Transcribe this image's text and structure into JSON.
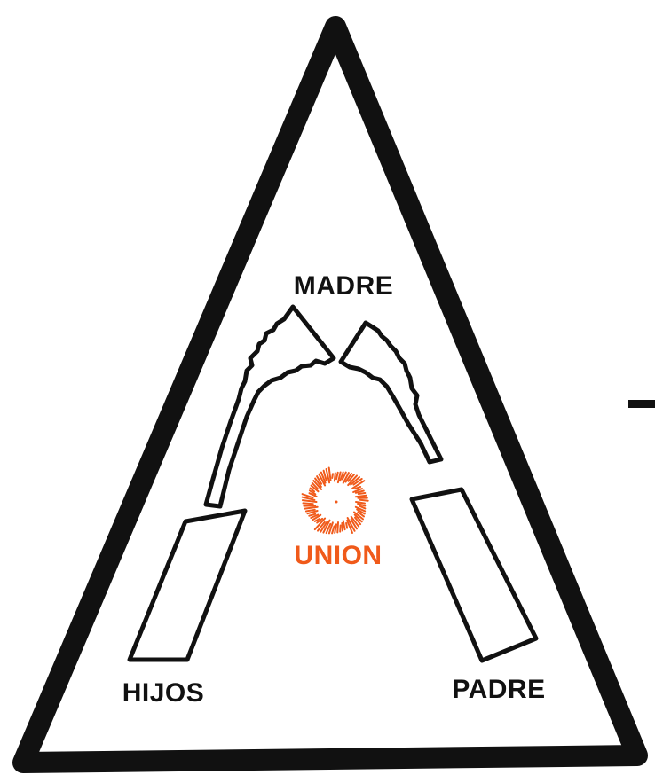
{
  "labels": {
    "top": "MADRE",
    "center": "UNION",
    "bottom_left": "HIJOS",
    "bottom_right": "PADRE"
  },
  "colors": {
    "stroke": "#111111",
    "background": "#ffffff",
    "accent": "#f05a1a"
  }
}
